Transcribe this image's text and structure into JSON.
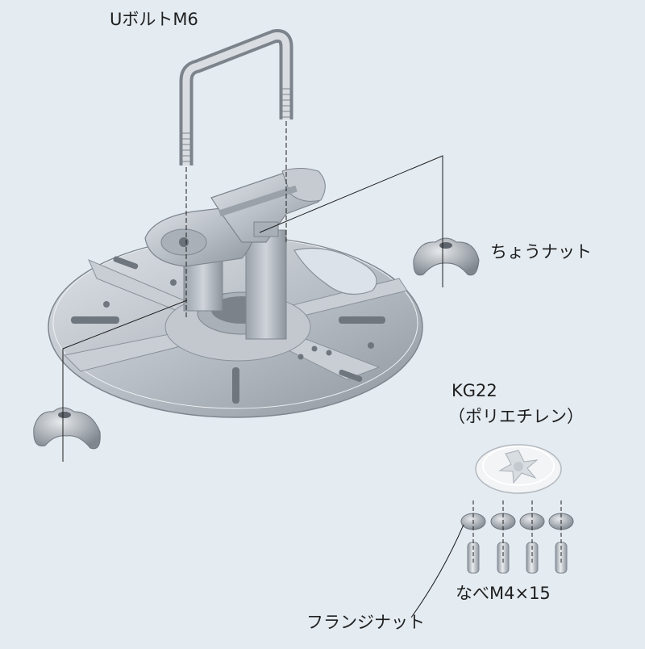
{
  "labels": {
    "u_bolt": "UボルトM6",
    "wing_nut": "ちょうナット",
    "kg22_name": "KG22",
    "kg22_material": "（ポリエチレン）",
    "pan_screw": "なべM4×15",
    "flange_nut": "フランジナット"
  },
  "colors": {
    "background": "#e4ebf1",
    "metal": "#b9bfc6",
    "metal_dark": "#8f969e",
    "metal_light": "#dfe3e8",
    "leader": "#1f1f1f"
  }
}
